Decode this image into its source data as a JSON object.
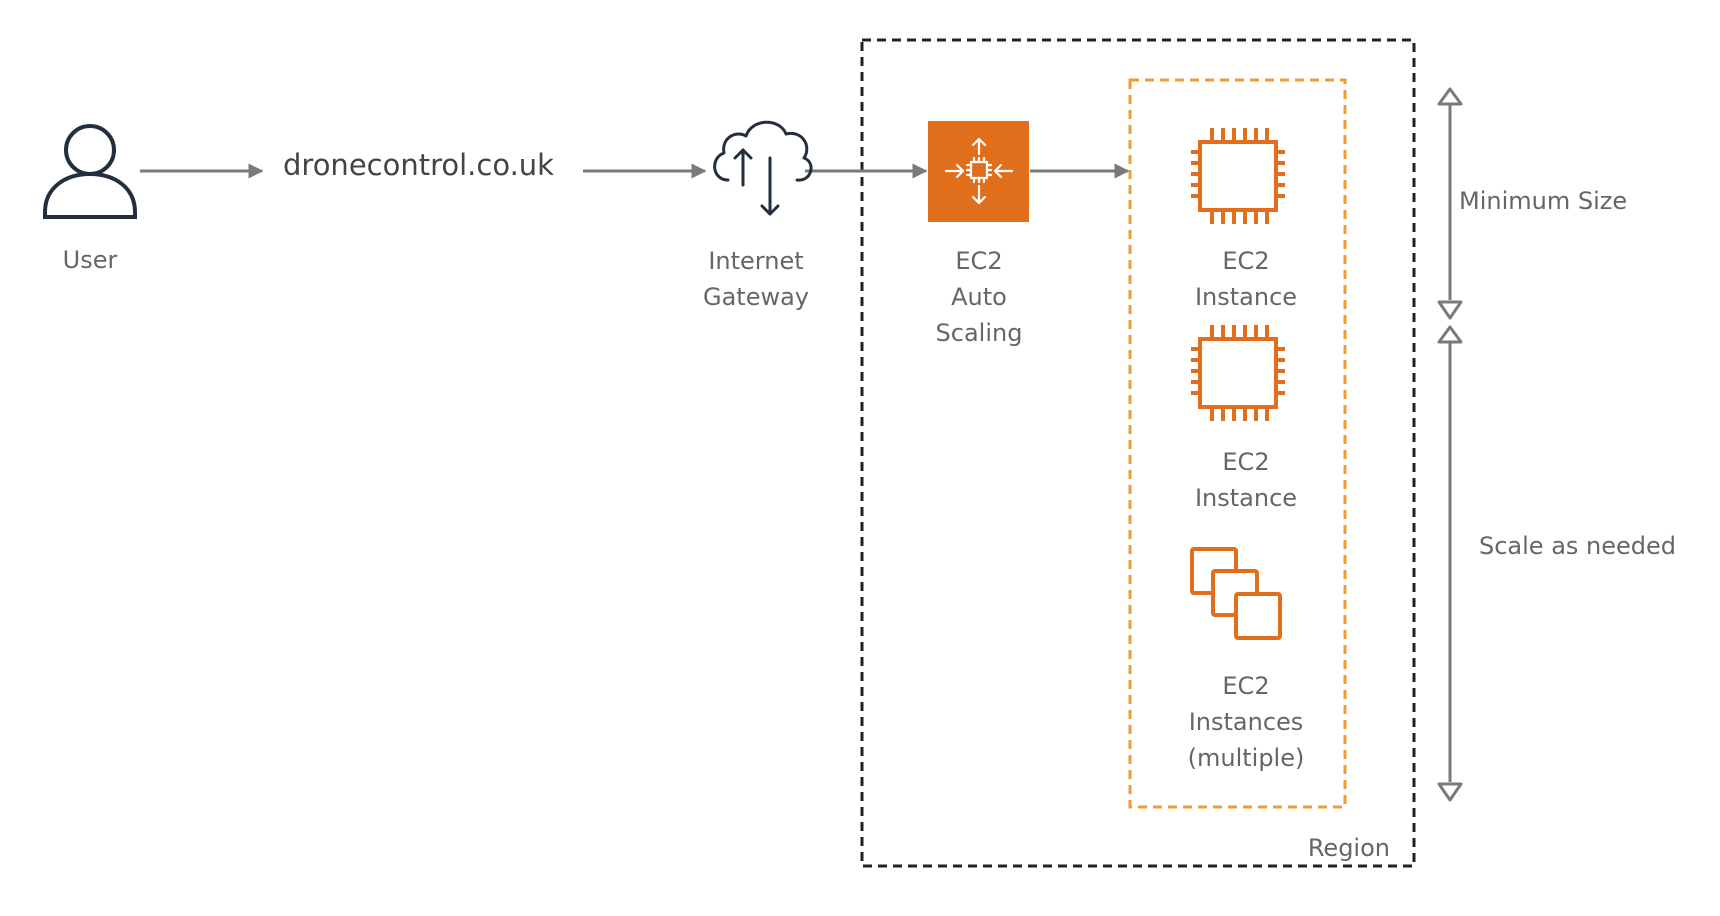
{
  "nodes": {
    "user": {
      "label": "User"
    },
    "domain": {
      "label": "dronecontrol.co.uk"
    },
    "gateway": {
      "label_lines": [
        "Internet",
        "Gateway"
      ]
    },
    "autoscaling": {
      "label_lines": [
        "EC2",
        "Auto",
        "Scaling"
      ]
    },
    "instance1": {
      "label_lines": [
        "EC2",
        "Instance"
      ]
    },
    "instance2": {
      "label_lines": [
        "EC2",
        "Instance"
      ]
    },
    "instances_multi": {
      "label_lines": [
        "EC2",
        "Instances",
        "(multiple)"
      ]
    }
  },
  "groups": {
    "region": {
      "label": "Region"
    }
  },
  "annotations": {
    "minimum_size": "Minimum Size",
    "scale_as_needed": "Scale as needed"
  },
  "colors": {
    "aws_orange": "#E06E1B",
    "group_orange": "#F29A38",
    "region_border": "#222222",
    "connector": "#7A7A7A",
    "label": "#666666",
    "icon_dark": "#232F3E"
  }
}
